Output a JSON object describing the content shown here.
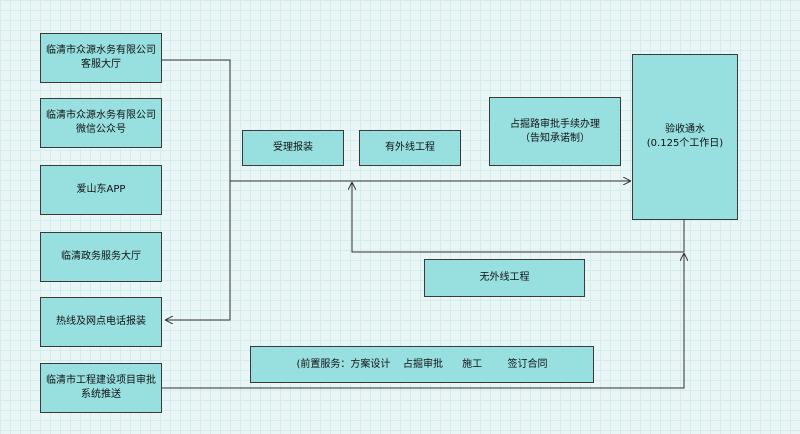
{
  "nodes": {
    "service_hall": {
      "line1": "临清市众源水务有限公司",
      "line2": "客服大厅"
    },
    "wechat": {
      "line1": "临清市众源水务有限公司",
      "line2": "微信公众号"
    },
    "app": {
      "label": "爱山东APP"
    },
    "gov_hall": {
      "label": "临清政务服务大厅"
    },
    "hotline": {
      "label": "热线及网点电话报装"
    },
    "approval_system": {
      "line1": "临清市工程建设项目审批",
      "line2": "系统推送"
    },
    "accept": {
      "label": "受理报装"
    },
    "external_yes": {
      "label": "有外线工程"
    },
    "road_permit": {
      "line1": "占掘路审批手续办理",
      "line2": "（告知承诺制）"
    },
    "acceptance": {
      "line1": "验收通水",
      "line2": "(0.125个工作日)"
    },
    "external_no": {
      "label": "无外线工程"
    },
    "pre_service": {
      "label": "(前置服务：方案设计    占掘审批      施工        签订合同"
    }
  },
  "colors": {
    "node_fill": "#98dfe0",
    "stroke": "#333333",
    "background": "#eaf6f6"
  }
}
